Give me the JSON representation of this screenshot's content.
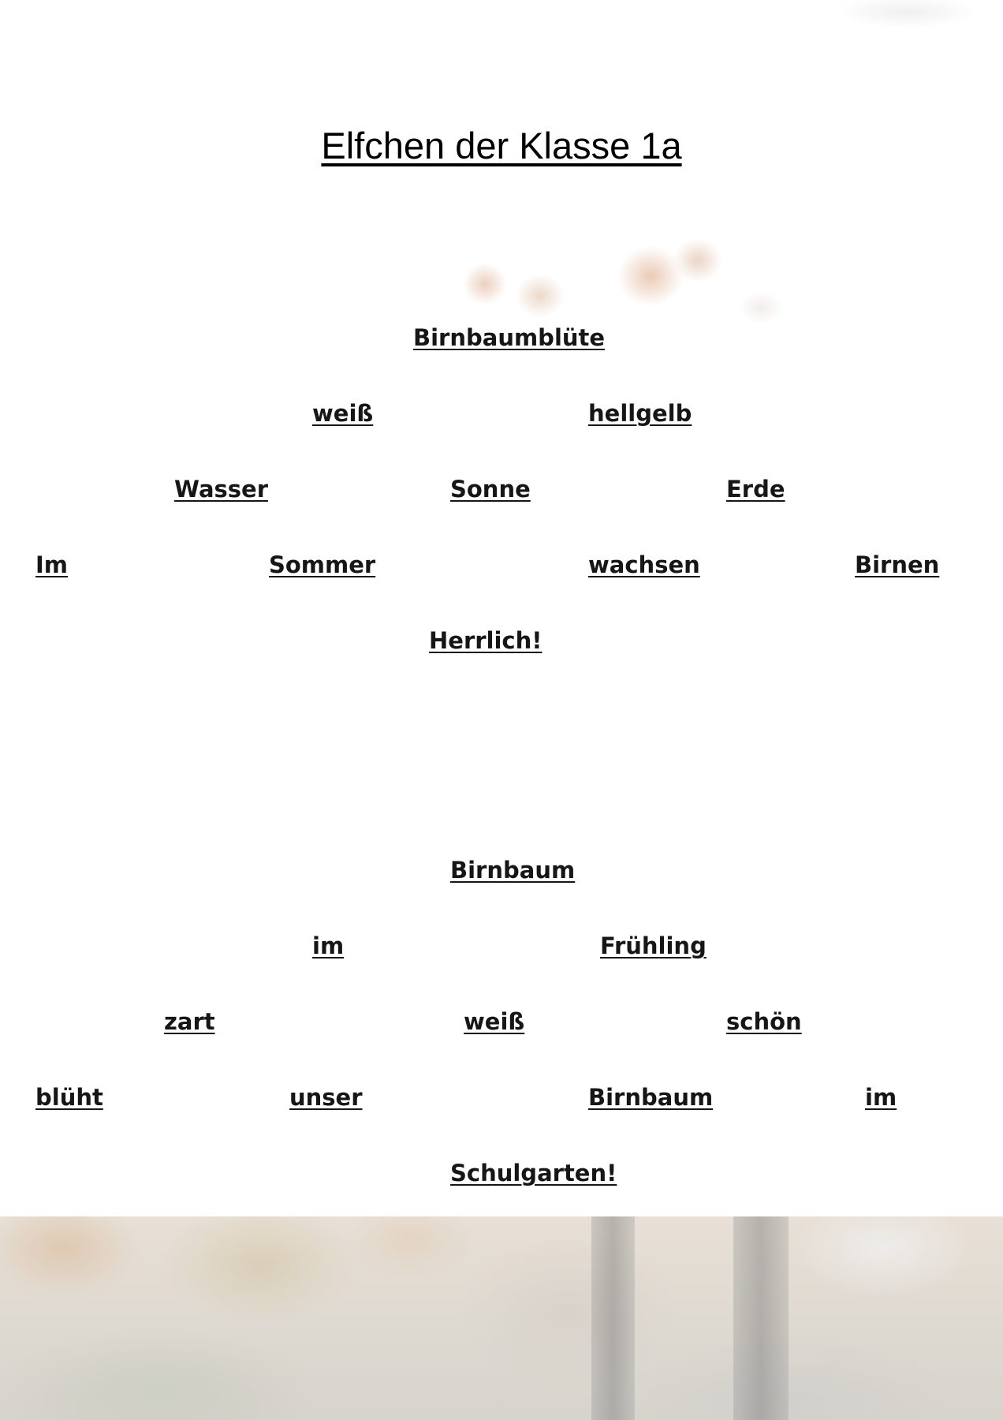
{
  "title": "Elfchen der Klasse 1a",
  "poems": [
    {
      "lines": [
        [
          "Birnbaumblüte"
        ],
        [
          "weiß",
          "hellgelb"
        ],
        [
          "Wasser",
          "Sonne",
          "Erde"
        ],
        [
          "Im",
          "Sommer",
          "wachsen",
          "Birnen"
        ],
        [
          "Herrlich!"
        ]
      ]
    },
    {
      "lines": [
        [
          "Birnbaum"
        ],
        [
          "im",
          "Frühling"
        ],
        [
          "zart",
          "weiß",
          "schön"
        ],
        [
          "blüht",
          "unser",
          "Birnbaum",
          "im"
        ],
        [
          "Schulgarten!"
        ]
      ]
    }
  ],
  "background": {
    "image": "faded autumn tree photograph",
    "colors": [
      "#e6ddd2",
      "#d6b08a",
      "#cfcfc8"
    ]
  }
}
